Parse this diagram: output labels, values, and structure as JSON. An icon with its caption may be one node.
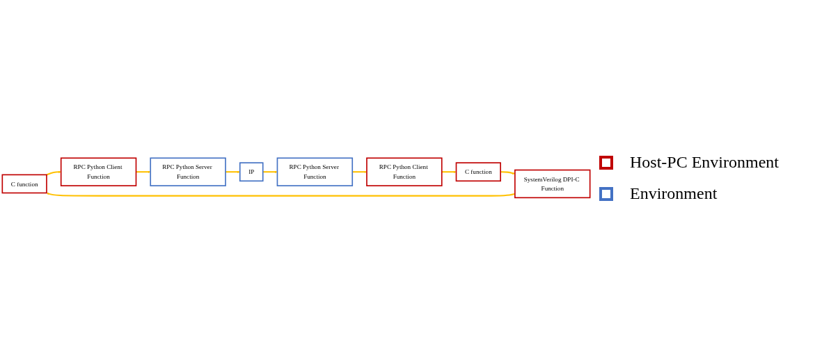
{
  "diagram": {
    "nodes": [
      {
        "text": [
          "C function"
        ]
      },
      {
        "text": [
          "RPC Python Client Function"
        ]
      },
      {
        "text": [
          "RPC Python Server Function"
        ]
      },
      {
        "text": [
          "IP"
        ]
      },
      {
        "text": [
          "RPC Python Server Function"
        ]
      },
      {
        "text": [
          "RPC Python Client Function"
        ]
      },
      {
        "text": [
          "C function"
        ]
      },
      {
        "text": [
          "SystemVerilog DPI-C Function"
        ]
      }
    ],
    "edges": [
      {
        "from": 0,
        "to": 1,
        "arrow": "to"
      },
      {
        "from": 1,
        "to": 2,
        "arrow": "to"
      },
      {
        "from": 2,
        "to": 3,
        "arrow": "to"
      },
      {
        "from": 3,
        "to": 4,
        "arrow": "to"
      },
      {
        "from": 4,
        "to": 5,
        "arrow": "to"
      },
      {
        "from": 5,
        "to": 6,
        "arrow": "to"
      },
      {
        "from": 6,
        "to": 7,
        "arrow": "to"
      },
      {
        "from": 7,
        "to": 0,
        "arrow": "to"
      }
    ],
    "legend": [
      {
        "text": "Host-PC Environment",
        "color": "#c00000"
      },
      {
        "text": "Environment",
        "color": "#4472c4"
      }
    ]
  }
}
